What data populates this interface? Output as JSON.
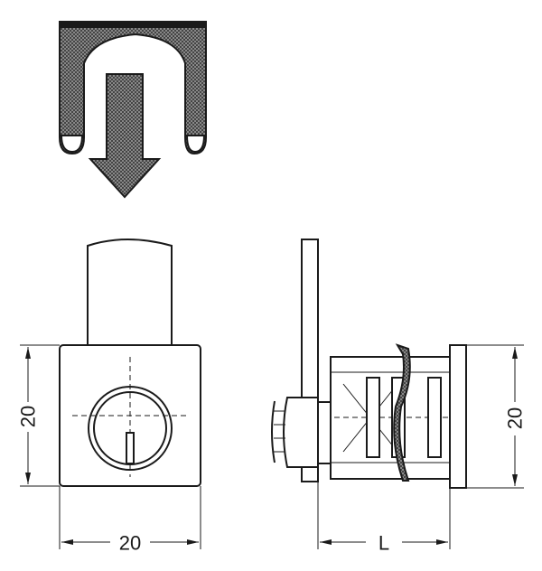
{
  "dimensions": {
    "front_height": "20",
    "front_width": "20",
    "side_length": "L",
    "side_height": "20"
  }
}
